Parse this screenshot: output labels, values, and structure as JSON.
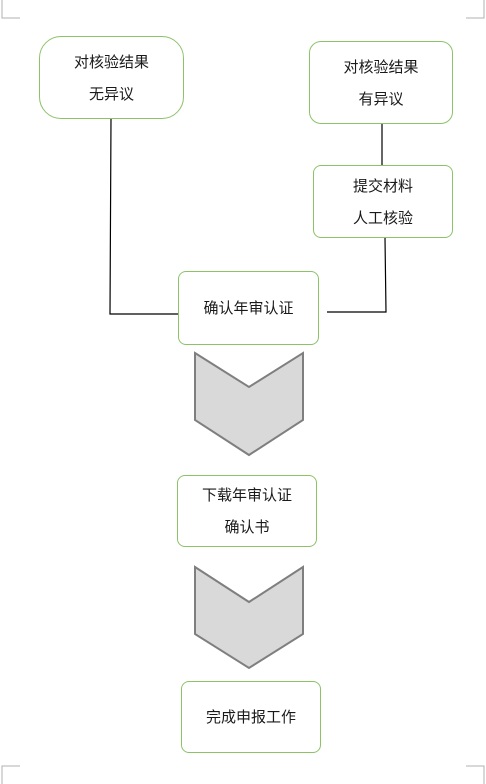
{
  "nodes": {
    "no_objection": {
      "line1": "对核验结果",
      "line2": "无异议"
    },
    "has_objection": {
      "line1": "对核验结果",
      "line2": "有异议"
    },
    "submit_materials": {
      "line1": "提交材料",
      "line2": "人工核验"
    },
    "confirm_cert": {
      "line1": "确认年审认证"
    },
    "download_cert": {
      "line1": "下载年审认证",
      "line2": "确认书"
    },
    "complete": {
      "line1": "完成申报工作"
    }
  },
  "colors": {
    "box_border": "#8cc268",
    "arrow_fill": "#d9d9d9",
    "arrow_stroke": "#7f7f7f",
    "line": "#000000"
  }
}
